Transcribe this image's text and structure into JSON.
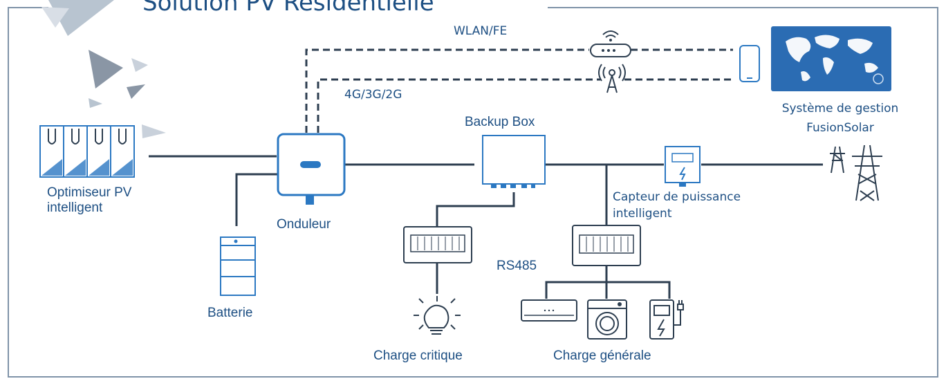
{
  "title": "Solution PV Résidentielle",
  "labels": {
    "wlan": "WLAN/FE",
    "cellular": "4G/3G/2G",
    "management_line1": "Système de gestion",
    "management_line2": "FusionSolar",
    "backup_box": "Backup Box",
    "optimizer_line1": "Optimiseur PV",
    "optimizer_line2": "intelligent",
    "inverter": "Onduleur",
    "battery": "Batterie",
    "meter_line1": "Capteur de puissance",
    "meter_line2": "intelligent",
    "rs485": "RS485",
    "critical_load": "Charge critique",
    "general_load": "Charge générale"
  },
  "colors": {
    "frame": "#7f93a8",
    "line": "#2d3e50",
    "device_blue": "#2b78c2",
    "text_blue": "#1d4f83",
    "map_bg": "#2b6cb3"
  }
}
